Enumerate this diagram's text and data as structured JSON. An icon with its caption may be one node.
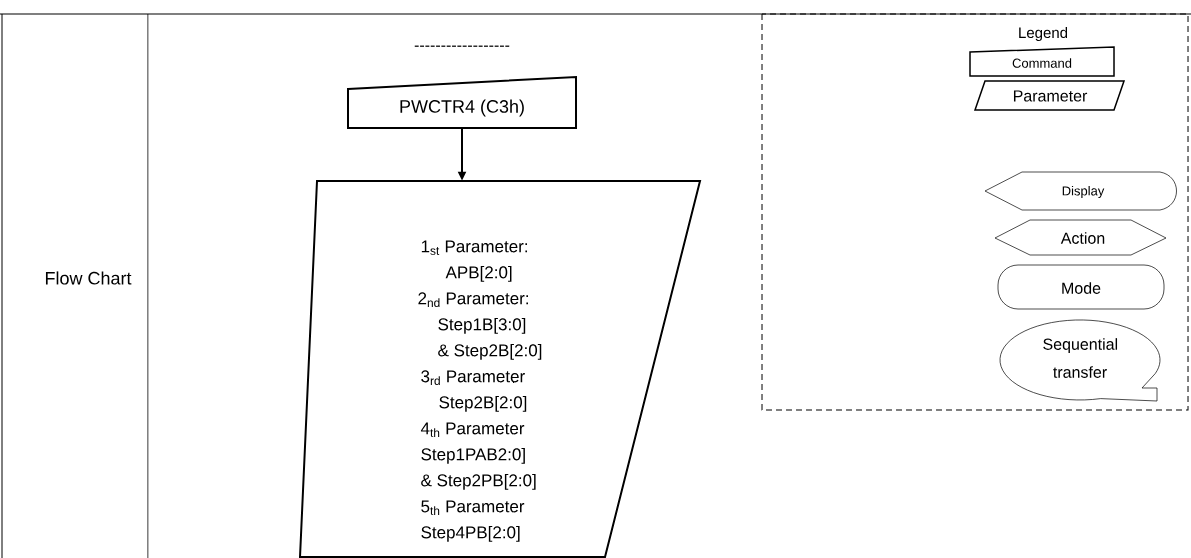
{
  "diagram": {
    "nodes": [
      {
        "text": [
          "PWCTR4 (C3h)"
        ]
      },
      {
        "text": [
          "1$_{st}$ Parameter:",
          "APB[2:0]",
          "2$_{nd}$ Parameter:",
          "Step1B[3:0]",
          "& Step2B[2:0]",
          "3$_{rd}$ Parameter",
          "Step2B[2:0]",
          "4$_{th}$ Parameter",
          "Step1PAB2:0]",
          "& Step2PB[2:0]",
          "5$_{th}$ Parameter",
          "Step4PB[2:0]"
        ]
      }
    ],
    "edges": [
      {
        "from": 0,
        "to": 1,
        "arrow": "to"
      }
    ],
    "labels": [
      "------------------",
      "Flow Chart",
      "Legend"
    ],
    "legend": [
      {
        "text": "Command"
      },
      {
        "text": "Parameter"
      },
      {
        "text": "Display"
      },
      {
        "text": "Action"
      },
      {
        "text": "Mode"
      },
      {
        "text": "Sequential transfer"
      }
    ]
  }
}
